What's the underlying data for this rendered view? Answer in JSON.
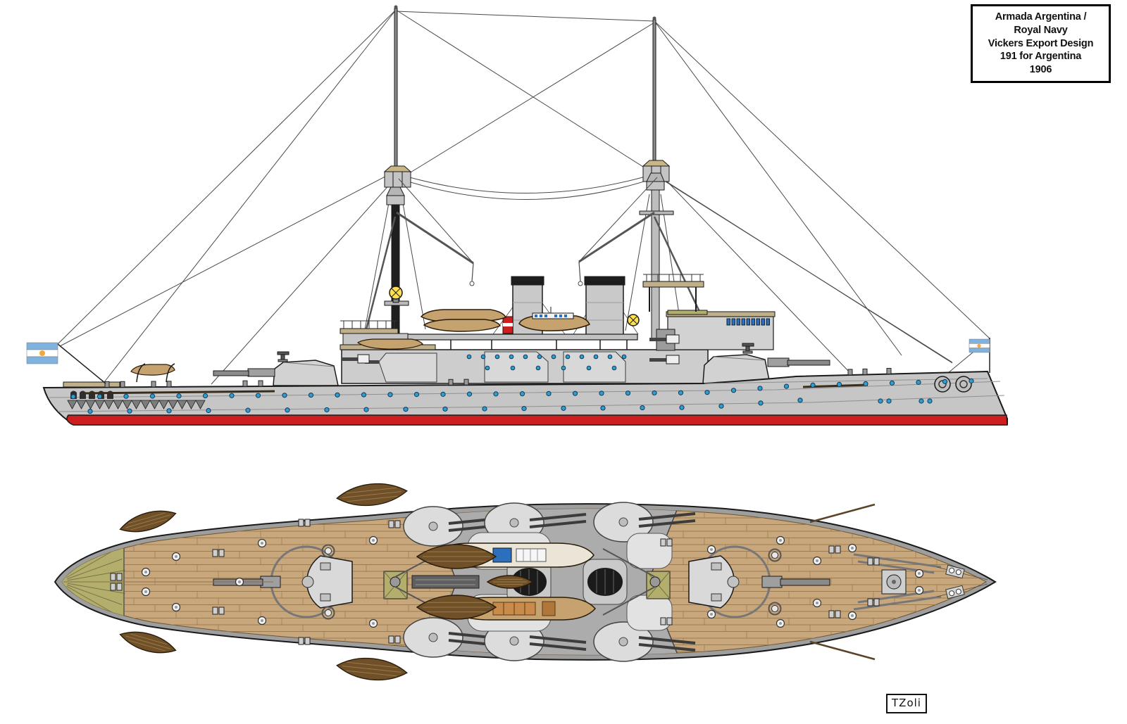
{
  "title_box": {
    "lines": [
      "Armada Argentina /",
      "Royal Navy",
      "Vickers Export Design",
      "191 for Argentina",
      "1906"
    ]
  },
  "signature": "TZoli",
  "flags": {
    "stern": "argentina-ensign-icon",
    "bow": "argentina-jack-icon"
  },
  "palette": {
    "outline": "#1a1a1a",
    "hull_gray": "#c6c6c6",
    "hull_shadow": "#b7b7b7",
    "superstructure_gray": "#cdcdcd",
    "panel_light": "#e2e2e2",
    "deck_gray": "#acacac",
    "funnel_gray": "#c9c9c9",
    "funnel_cap": "#1d1d1d",
    "waterline_red": "#cd1f1f",
    "porthole_blue": "#2f9dd4",
    "wood": "#c9a77c",
    "wood_line": "#9b7c50",
    "wood_light": "#dcc9a0",
    "boat_tan": "#c6a26e",
    "boat_dark": "#6f5029",
    "boat_stripe": "#9a7a48",
    "khaki": "#b4ae6d",
    "khaki_dark": "#77724a",
    "flag_blue": "#7fb2de",
    "flag_sun": "#f2a93b",
    "searchlight_yellow": "#ffe14d",
    "window_blue": "#2b6fbd",
    "rig": "#4a4a4a"
  }
}
